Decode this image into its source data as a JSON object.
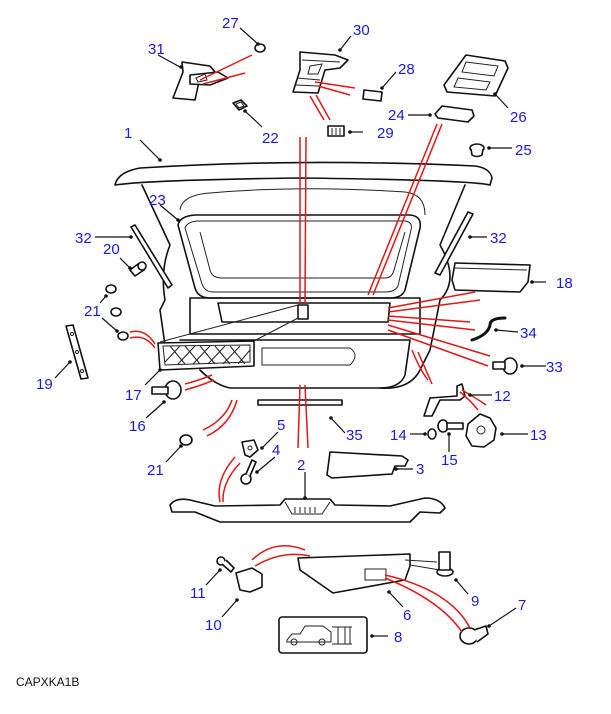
{
  "diagram": {
    "title": "Tailgate and rear trim parts diagram",
    "code": "CAPXKA1B",
    "label_color": "#1a1adc",
    "leader_color": "#111111",
    "connector_color": "#e01818",
    "callouts": [
      {
        "id": "1",
        "part": "tailgate-spoiler"
      },
      {
        "id": "2",
        "part": "lower-tailgate-trim"
      },
      {
        "id": "3",
        "part": "trim-panel"
      },
      {
        "id": "4",
        "part": "screw"
      },
      {
        "id": "5",
        "part": "clip-nut"
      },
      {
        "id": "6",
        "part": "lamp-housing"
      },
      {
        "id": "7",
        "part": "bulb"
      },
      {
        "id": "8",
        "part": "label-decal"
      },
      {
        "id": "9",
        "part": "screw"
      },
      {
        "id": "10",
        "part": "lamp-lens"
      },
      {
        "id": "11",
        "part": "screw"
      },
      {
        "id": "12",
        "part": "bracket"
      },
      {
        "id": "13",
        "part": "handwheel"
      },
      {
        "id": "14",
        "part": "washer"
      },
      {
        "id": "15",
        "part": "bolt"
      },
      {
        "id": "16",
        "part": "stop-buffer"
      },
      {
        "id": "17",
        "part": "grille-net"
      },
      {
        "id": "18",
        "part": "tray"
      },
      {
        "id": "19",
        "part": "strip"
      },
      {
        "id": "20",
        "part": "screw"
      },
      {
        "id": "21",
        "part": "clip"
      },
      {
        "id": "22",
        "part": "clip"
      },
      {
        "id": "23",
        "part": "upper-trim-frame"
      },
      {
        "id": "24",
        "part": "lens"
      },
      {
        "id": "25",
        "part": "grommet"
      },
      {
        "id": "26",
        "part": "lamp-cover"
      },
      {
        "id": "27",
        "part": "clip"
      },
      {
        "id": "28",
        "part": "lens"
      },
      {
        "id": "29",
        "part": "bulb-holder"
      },
      {
        "id": "30",
        "part": "high-mount-lamp"
      },
      {
        "id": "31",
        "part": "bracket"
      },
      {
        "id": "32",
        "part": "finisher-strip"
      },
      {
        "id": "33",
        "part": "push-fastener"
      },
      {
        "id": "34",
        "part": "cable"
      },
      {
        "id": "35",
        "part": "finisher"
      }
    ]
  }
}
